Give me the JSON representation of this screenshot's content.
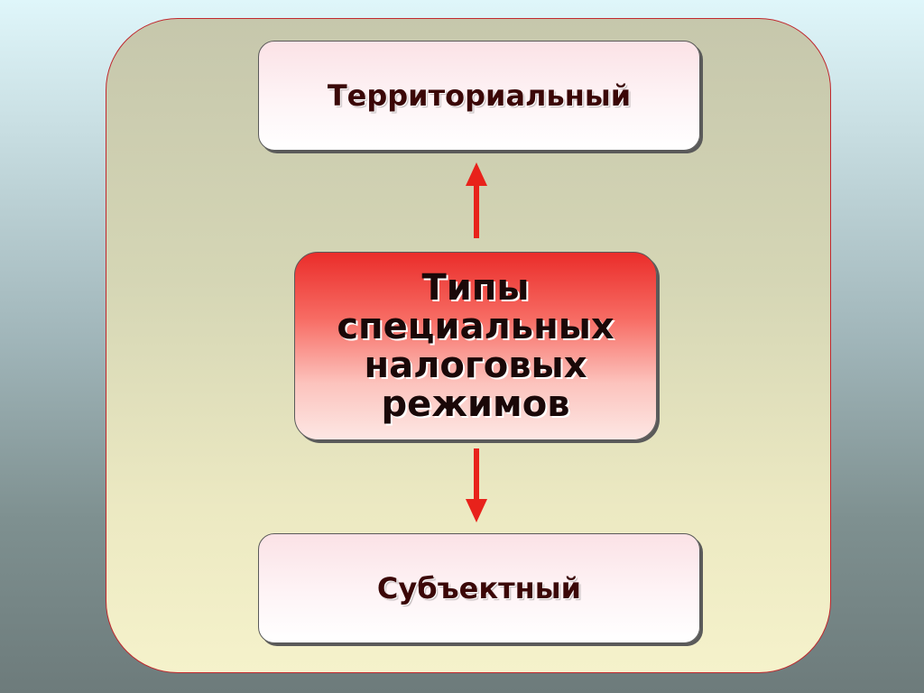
{
  "diagram": {
    "center": {
      "label": "Типы\nспециальных\nналоговых\nрежимов"
    },
    "nodes": [
      {
        "label": "Территориальный"
      },
      {
        "label": "Субъектный"
      }
    ],
    "colors": {
      "accent": "#e8221b",
      "border": "#c0272d"
    }
  }
}
